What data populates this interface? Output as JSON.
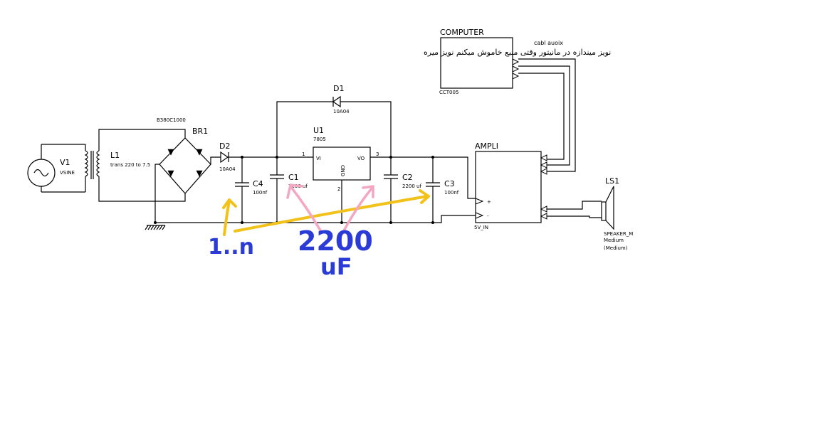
{
  "note": "نویز میندازه در مانیتور وقتی منبع خاموش میکنم نویز میره",
  "computer": {
    "title": "COMPUTER",
    "part": "CCT005",
    "cable": "cabl auoix"
  },
  "ampli": {
    "title": "AMPLI",
    "plus": "+",
    "minus": "-",
    "input": "5V_IN"
  },
  "speaker": {
    "ref": "LS1",
    "name": "SPEAKER_M",
    "v1": "Medium",
    "v2": "(Medium)"
  },
  "source": {
    "ref": "V1",
    "type": "VSINE"
  },
  "transformer": {
    "ref": "L1",
    "value": "trans 220 to 7.5"
  },
  "bridge": {
    "ref": "BR1",
    "value": "B380C1000"
  },
  "d1": {
    "ref": "D1",
    "value": "10A04"
  },
  "d2": {
    "ref": "D2",
    "value": "10A04"
  },
  "regulator": {
    "ref": "U1",
    "part": "7805",
    "vi": "VI",
    "vo": "VO",
    "gnd": "GND",
    "pin1": "1",
    "pin2": "2",
    "pin3": "3"
  },
  "c1": {
    "ref": "C1",
    "value": "2200 uf"
  },
  "c2": {
    "ref": "C2",
    "value": "2200 uf"
  },
  "c3": {
    "ref": "C3",
    "value": "100nf"
  },
  "c4": {
    "ref": "C4",
    "value": "100nf"
  },
  "handwriting": {
    "left": "1..n",
    "middle1": "2200",
    "middle2": "uF"
  },
  "colors": {
    "yellow": "#f2c21b",
    "pink": "#f4a7c3",
    "blue": "#2b3bd6"
  }
}
